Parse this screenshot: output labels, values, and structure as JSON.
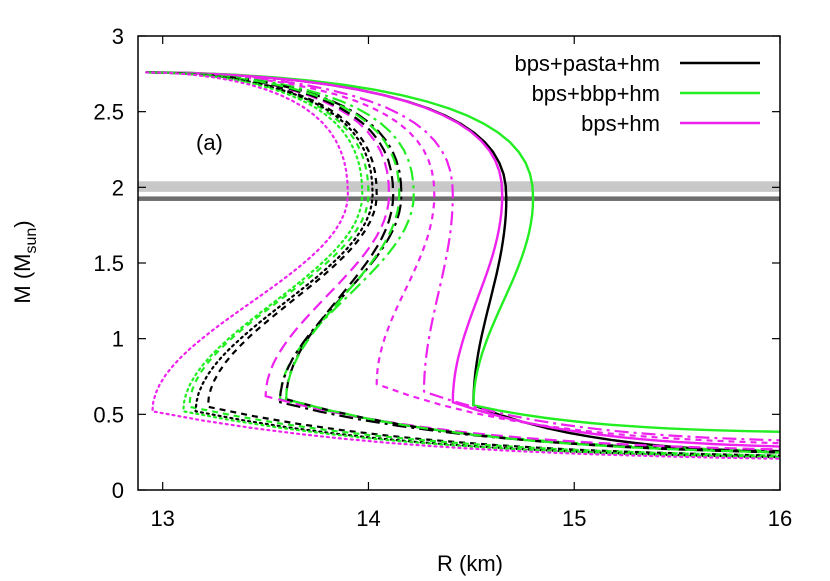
{
  "chart_data": {
    "type": "line",
    "xlabel": "R (km)",
    "ylabel_main": "M (M",
    "ylabel_sub": "sun",
    "ylabel_close": ")",
    "panel_label": "(a)",
    "xlim": [
      12.88,
      16.0
    ],
    "ylim": [
      0,
      3
    ],
    "xticks": [
      {
        "v": 13,
        "label": "13"
      },
      {
        "v": 14,
        "label": "14"
      },
      {
        "v": 15,
        "label": "15"
      },
      {
        "v": 16,
        "label": "16"
      }
    ],
    "yticks": [
      {
        "v": 0,
        "label": "0"
      },
      {
        "v": 0.5,
        "label": "0.5"
      },
      {
        "v": 1,
        "label": "1"
      },
      {
        "v": 1.5,
        "label": "1.5"
      },
      {
        "v": 2,
        "label": "2"
      },
      {
        "v": 2.5,
        "label": "2.5"
      },
      {
        "v": 3,
        "label": "3"
      }
    ],
    "grid": false,
    "legend_position": "top-right",
    "legend": [
      {
        "label": "bps+pasta+hm",
        "color": "#000000"
      },
      {
        "label": "bps+bbp+hm",
        "color": "#22ee22"
      },
      {
        "label": "bps+hm",
        "color": "#ee22ee"
      }
    ],
    "bands": [
      {
        "y_low": 1.97,
        "y_high": 2.04,
        "color": "#c8c8c8"
      },
      {
        "y_low": 1.91,
        "y_high": 1.94,
        "color": "#6e6e6e"
      }
    ],
    "series": [
      {
        "family": "bps+pasta+hm",
        "color": "#000000",
        "style": "solid",
        "rmin": 14.51,
        "ymin": 0.56,
        "rmax": 14.67,
        "ymax": 1.93,
        "tail": 0.24
      },
      {
        "family": "bps+bbp+hm",
        "color": "#22ee22",
        "style": "solid",
        "rmin": 14.51,
        "ymin": 0.56,
        "rmax": 14.8,
        "ymax": 1.93,
        "tail": 0.38
      },
      {
        "family": "bps+hm",
        "color": "#ee22ee",
        "style": "solid",
        "rmin": 14.41,
        "ymin": 0.58,
        "rmax": 14.65,
        "ymax": 1.95,
        "tail": 0.28
      },
      {
        "family": "bps+hm",
        "color": "#ee22ee",
        "style": "dashdot",
        "rmin": 14.27,
        "ymin": 0.65,
        "rmax": 14.41,
        "ymax": 1.95,
        "tail": 0.32
      },
      {
        "family": "bps+hm",
        "color": "#ee22ee",
        "style": "dashed-fine",
        "rmin": 14.04,
        "ymin": 0.7,
        "rmax": 14.32,
        "ymax": 1.95,
        "tail": 0.3
      },
      {
        "family": "bps+bbp+hm",
        "color": "#22ee22",
        "style": "dashdot",
        "rmin": 13.57,
        "ymin": 0.6,
        "rmax": 14.22,
        "ymax": 1.95,
        "tail": 0.25
      },
      {
        "family": "bps+pasta+hm",
        "color": "#000000",
        "style": "dashdot",
        "rmin": 13.57,
        "ymin": 0.58,
        "rmax": 14.16,
        "ymax": 1.95,
        "tail": 0.25
      },
      {
        "family": "bps+hm",
        "color": "#ee22ee",
        "style": "dashed",
        "rmin": 13.5,
        "ymin": 0.62,
        "rmax": 14.1,
        "ymax": 1.95,
        "tail": 0.26
      },
      {
        "family": "bps+pasta+hm",
        "color": "#000000",
        "style": "dashed",
        "rmin": 13.6,
        "ymin": 0.6,
        "rmax": 14.12,
        "ymax": 1.95,
        "tail": 0.24
      },
      {
        "family": "bps+bbp+hm",
        "color": "#22ee22",
        "style": "dashed",
        "rmin": 13.6,
        "ymin": 0.6,
        "rmax": 14.15,
        "ymax": 1.95,
        "tail": 0.24
      },
      {
        "family": "bps+pasta+hm",
        "color": "#000000",
        "style": "dashed-fine",
        "rmin": 13.22,
        "ymin": 0.55,
        "rmax": 14.04,
        "ymax": 1.95,
        "tail": 0.22
      },
      {
        "family": "bps+bbp+hm",
        "color": "#22ee22",
        "style": "dashed-fine",
        "rmin": 13.13,
        "ymin": 0.55,
        "rmax": 14.0,
        "ymax": 1.95,
        "tail": 0.22
      },
      {
        "family": "bps+pasta+hm",
        "color": "#000000",
        "style": "dotted",
        "rmin": 13.16,
        "ymin": 0.52,
        "rmax": 14.02,
        "ymax": 1.95,
        "tail": 0.21
      },
      {
        "family": "bps+bbp+hm",
        "color": "#22ee22",
        "style": "dotted",
        "rmin": 13.1,
        "ymin": 0.52,
        "rmax": 13.97,
        "ymax": 1.95,
        "tail": 0.21
      },
      {
        "family": "bps+hm",
        "color": "#ee22ee",
        "style": "dotted",
        "rmin": 12.95,
        "ymin": 0.52,
        "rmax": 13.9,
        "ymax": 1.95,
        "tail": 0.2
      }
    ]
  }
}
